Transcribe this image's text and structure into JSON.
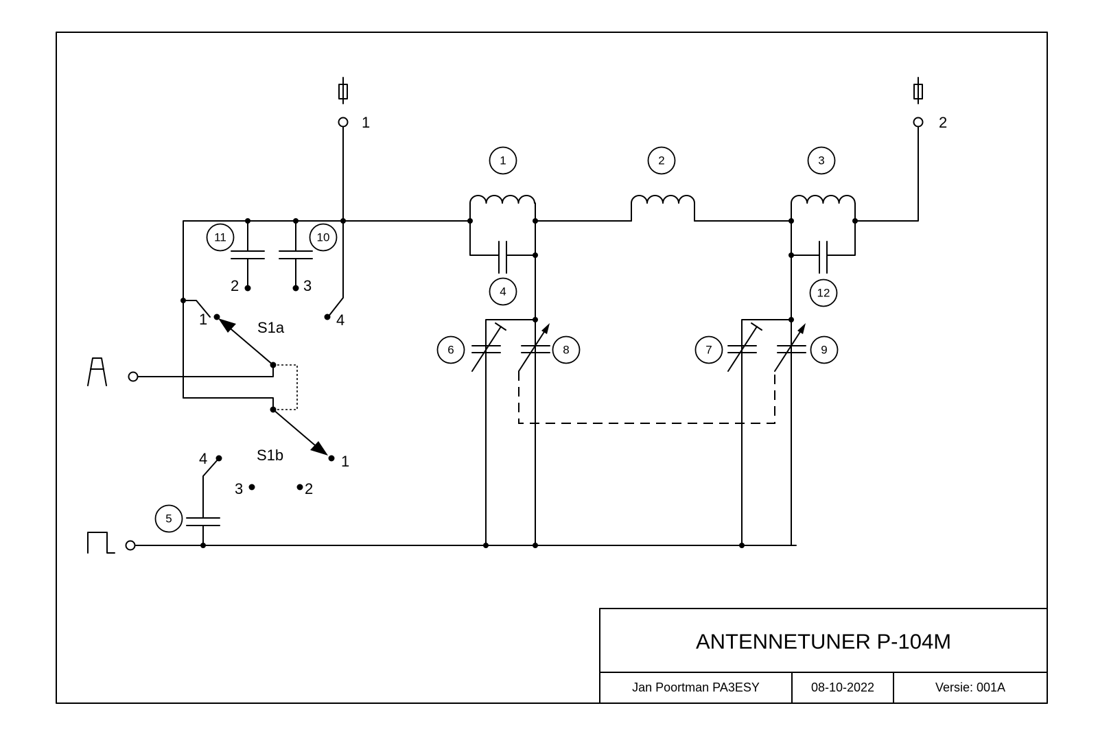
{
  "terminals": {
    "out1": "1",
    "out2": "2"
  },
  "components": {
    "c1": "1",
    "c2": "2",
    "c3": "3",
    "c4": "4",
    "c5": "5",
    "c6": "6",
    "c7": "7",
    "c8": "8",
    "c9": "9",
    "c10": "10",
    "c11": "11",
    "c12": "12"
  },
  "switch": {
    "s1a": "S1a",
    "s1b": "S1b",
    "s1a_pos1": "1",
    "s1a_pos2": "2",
    "s1a_pos3": "3",
    "s1a_pos4": "4",
    "s1b_pos1": "1",
    "s1b_pos2": "2",
    "s1b_pos3": "3",
    "s1b_pos4": "4"
  },
  "title_block": {
    "title": "ANTENNETUNER  P-104M",
    "author": "Jan Poortman  PA3ESY",
    "date": "08-10-2022",
    "version": "Versie: 001A"
  }
}
